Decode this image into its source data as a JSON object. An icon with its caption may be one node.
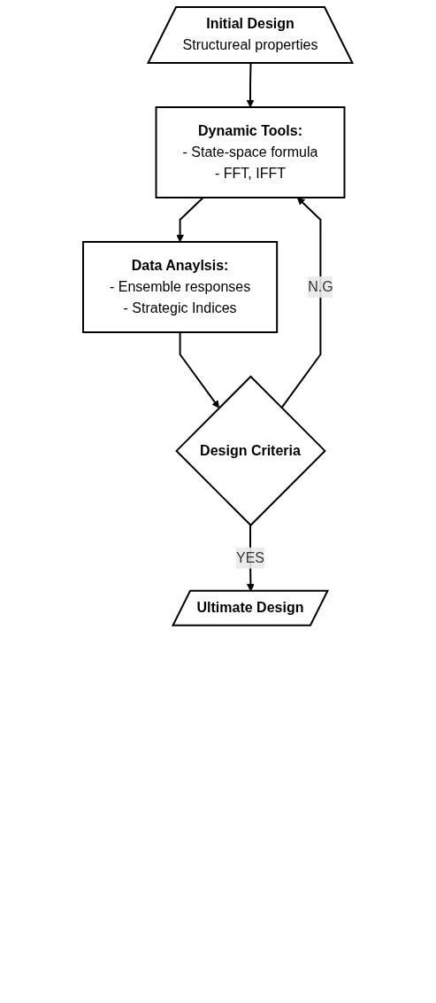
{
  "diagram": {
    "nodes": [
      {
        "text": [
          "Initial Design",
          "Structureal properties"
        ]
      },
      {
        "text": [
          "Dynamic Tools:",
          "- State-space formula",
          "- FFT, IFFT"
        ]
      },
      {
        "text": [
          "Data Anaylsis:",
          "- Ensemble responses",
          "- Strategic Indices"
        ]
      },
      {
        "text": [
          "Design Criteria"
        ]
      },
      {
        "text": [
          "Ultimate Design"
        ]
      }
    ],
    "edges": [
      {
        "from": 0,
        "to": 1,
        "arrow": "to"
      },
      {
        "from": 1,
        "to": 2,
        "arrow": "to"
      },
      {
        "from": 2,
        "to": 3,
        "arrow": "to"
      },
      {
        "from": 3,
        "to": 1,
        "arrow": "to",
        "label": "N.G"
      },
      {
        "from": 3,
        "to": 4,
        "arrow": "to",
        "label": "YES"
      }
    ]
  }
}
